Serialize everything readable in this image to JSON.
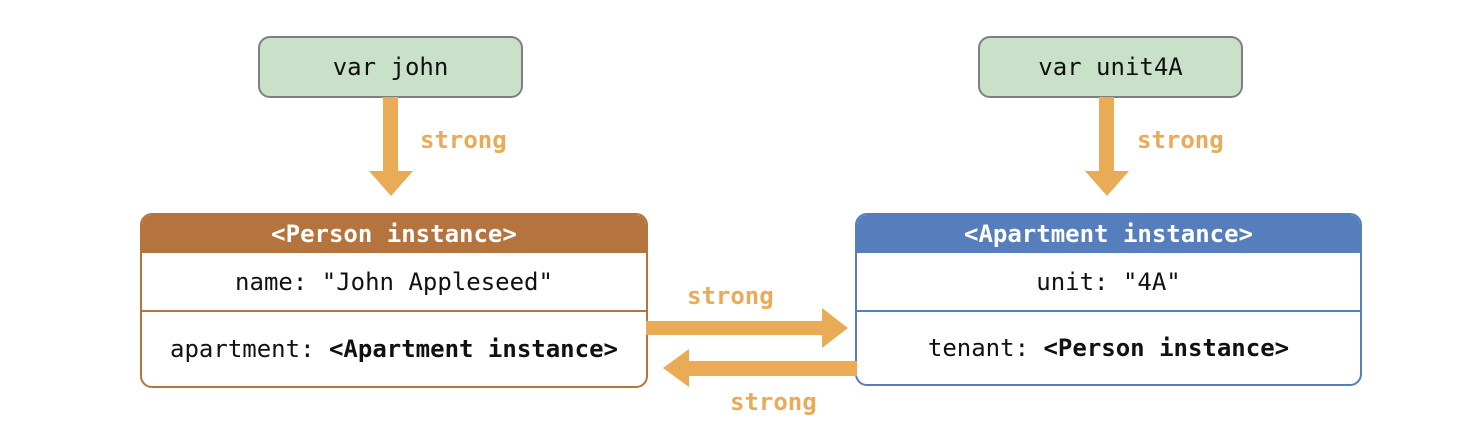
{
  "diagram": {
    "title": "strong-reference-cycle-diagram",
    "colors": {
      "variable_box_fill": "#C9E1C8",
      "variable_box_border": "#7F7F7F",
      "person_accent": "#B5743D",
      "apartment_accent": "#567EBC",
      "arrow": "#E9AB56",
      "body_text": "#111111",
      "header_text": "#FFFFFF",
      "background": "#FFFFFF"
    },
    "variables": {
      "john": {
        "label": "var john"
      },
      "unit4a": {
        "label": "var unit4A"
      }
    },
    "person_box": {
      "header": "<Person instance>",
      "rows": [
        {
          "prefix": "name: ",
          "value": "\"John Appleseed\""
        },
        {
          "prefix": "apartment: ",
          "value": "<Apartment instance>"
        }
      ]
    },
    "apartment_box": {
      "header": "<Apartment instance>",
      "rows": [
        {
          "prefix": "unit: ",
          "value": "\"4A\""
        },
        {
          "prefix": "tenant: ",
          "value": "<Person instance>"
        }
      ]
    },
    "edges": {
      "john_to_person": "strong",
      "unit4a_to_apartment": "strong",
      "person_to_apartment": "strong",
      "apartment_to_person": "strong"
    }
  }
}
